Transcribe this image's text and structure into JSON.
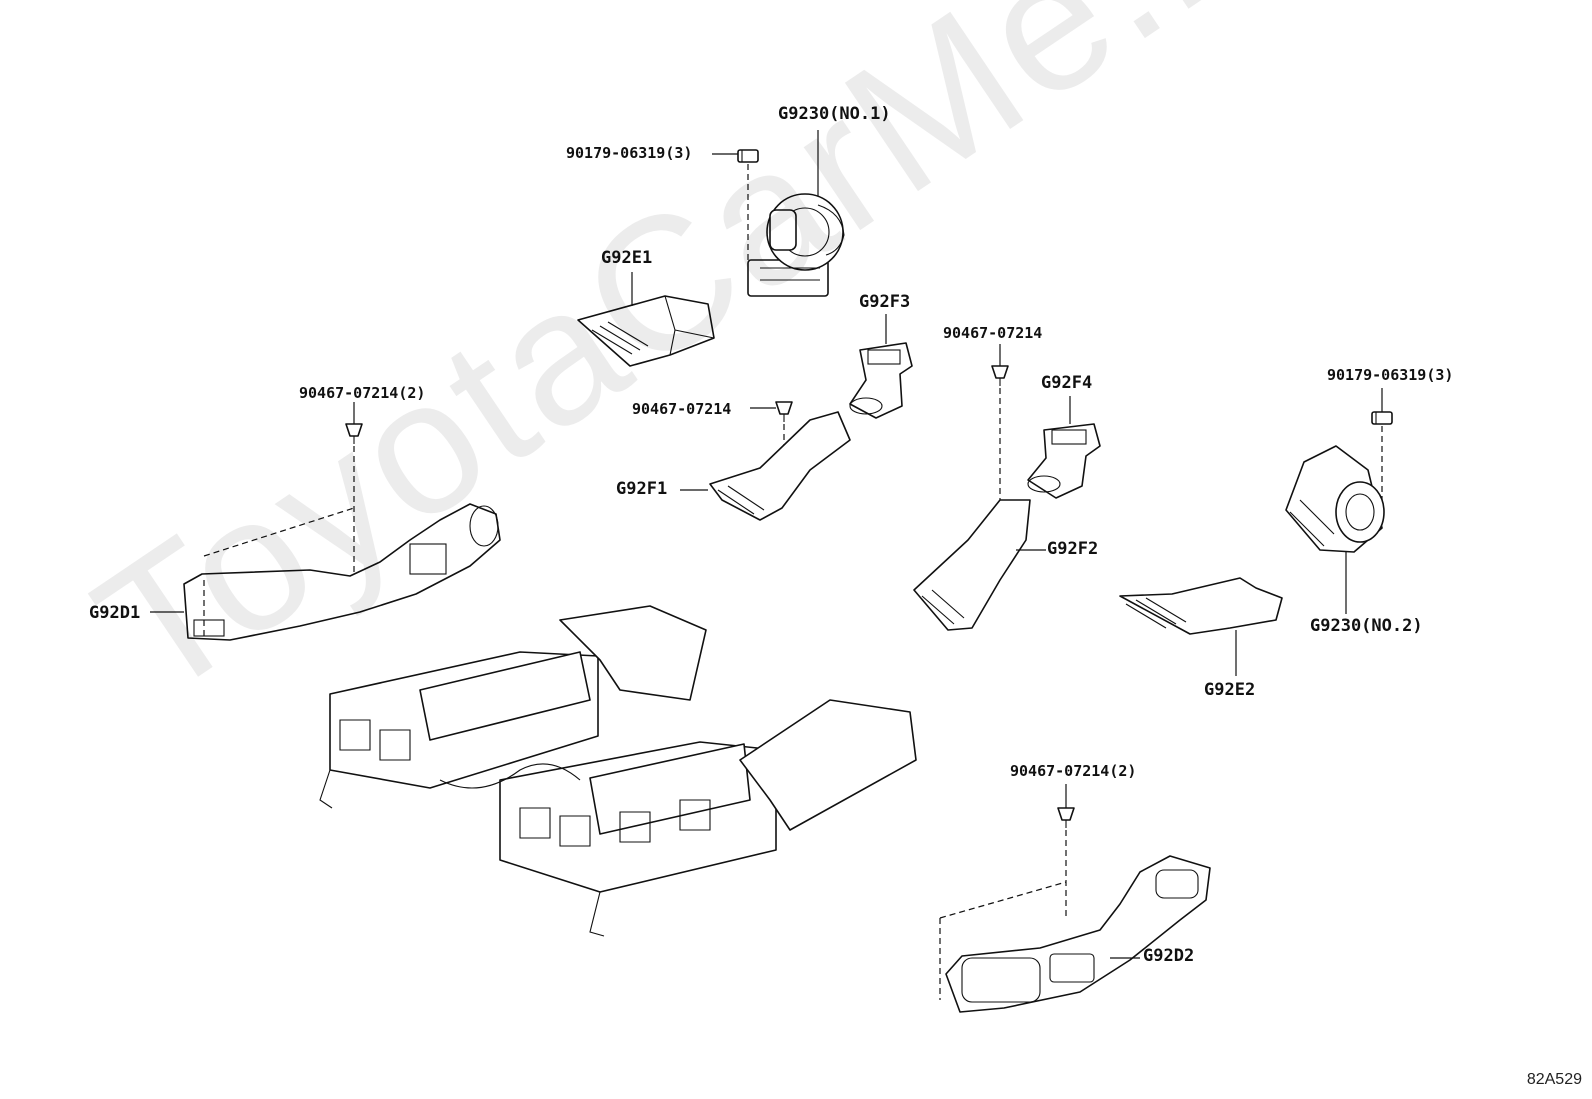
{
  "watermark": "ToyotaCarMe.ru",
  "reference_code": "82A529",
  "labels": {
    "g9230_no1": "G9230(NO.1)",
    "bolt_top_left": "90179-06319(3)",
    "g92e1": "G92E1",
    "g92f3": "G92F3",
    "clip_center_top": "90467-07214",
    "clip_left_upper": "90467-07214(2)",
    "clip_f1": "90467-07214",
    "g92f4": "G92F4",
    "bolt_right": "90179-06319(3)",
    "g92f1": "G92F1",
    "g92f2": "G92F2",
    "g92d1": "G92D1",
    "g9230_no2": "G9230(NO.2)",
    "g92e2": "G92E2",
    "clip_lower_right": "90467-07214(2)",
    "g92d2": "G92D2"
  }
}
